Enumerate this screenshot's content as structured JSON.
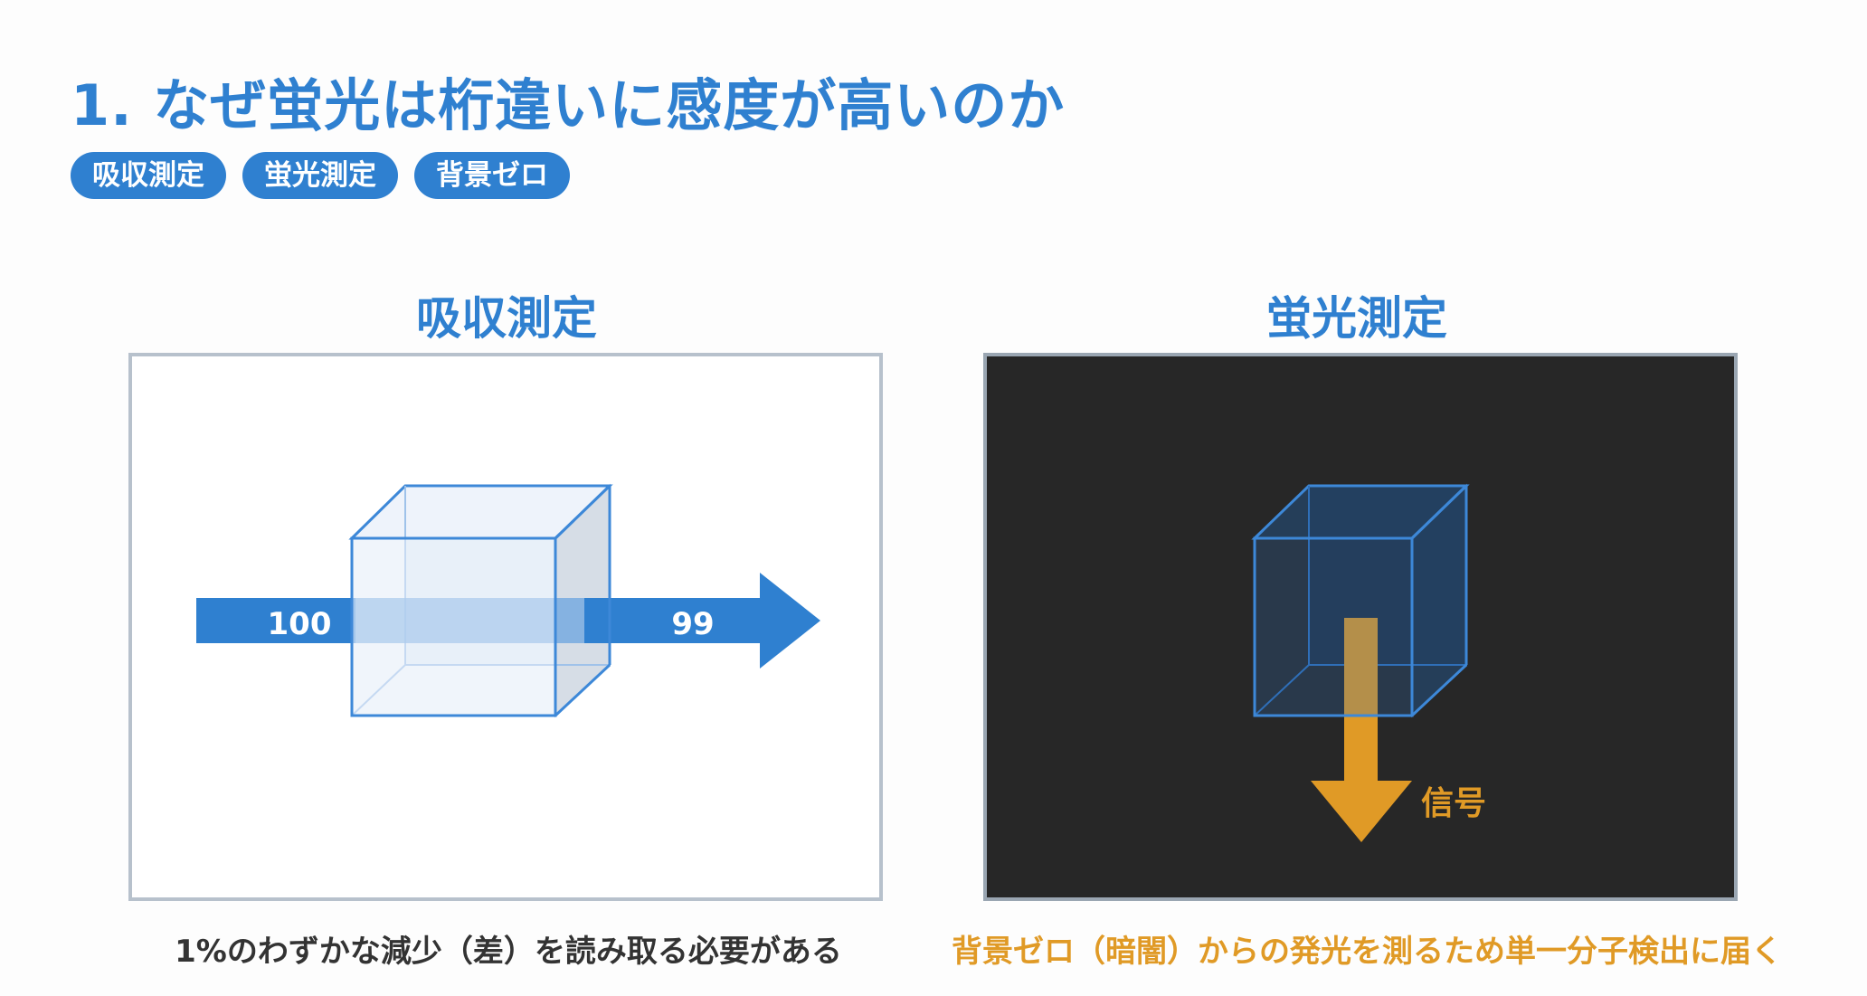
{
  "slide": {
    "title": "1. なぜ蛍光は桁違いに感度が高いのか",
    "tags": [
      "吸収測定",
      "蛍光測定",
      "背景ゼロ"
    ]
  },
  "absorption": {
    "heading": "吸収測定",
    "input_value": "100",
    "output_value": "99",
    "caption": "1%のわずかな減少（差）を読み取る必要がある"
  },
  "fluorescence": {
    "heading": "蛍光測定",
    "signal_label": "信号",
    "caption": "背景ゼロ（暗闇）からの発光を測るため単一分子検出に届く"
  },
  "colors": {
    "accent_blue": "#2f80d0",
    "signal_orange": "#e09a26",
    "dark_background": "#272727"
  }
}
